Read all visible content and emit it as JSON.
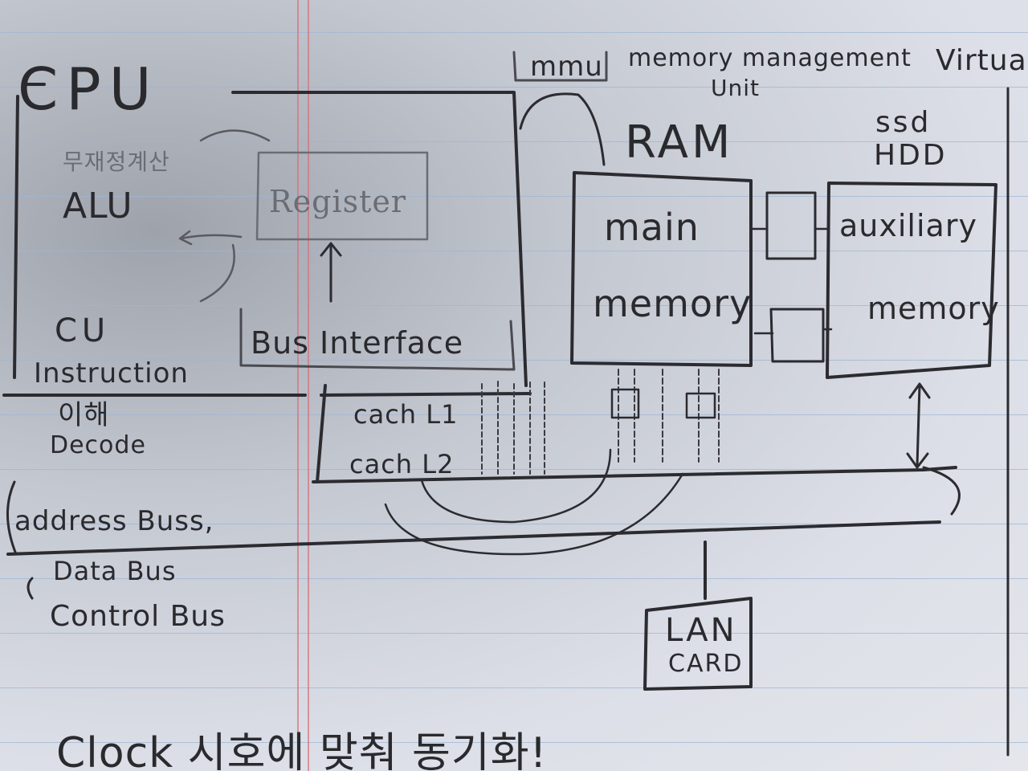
{
  "diagram": {
    "title_cpu": "CPU",
    "alu_korean": "무재정계산",
    "alu": "ALU",
    "register": "Register",
    "bus_interface": "Bus Interface",
    "cu": "CU",
    "cu_instruction": "Instruction",
    "cu_korean": "이해",
    "cu_decode": "Decode",
    "cache_l1": "cach L1",
    "cache_l2": "cach L2",
    "mmu": "mmu",
    "mmu_desc_line1": "memory management",
    "mmu_desc_line2": "Unit",
    "virtual": "Virtual",
    "ram": "RAM",
    "main_memory_line1": "main",
    "main_memory_line2": "memory",
    "storage_line1": "ssd",
    "storage_line2": "HDD",
    "aux_memory_line1": "auxiliary",
    "aux_memory_line2": "memory",
    "bus_address": "address Buss,",
    "bus_data": "Data Bus",
    "bus_control": "Control Bus",
    "lan_line1": "LAN",
    "lan_line2": "CARD",
    "bottom_note": "Clock 시호에 맞춰 동기화!"
  }
}
